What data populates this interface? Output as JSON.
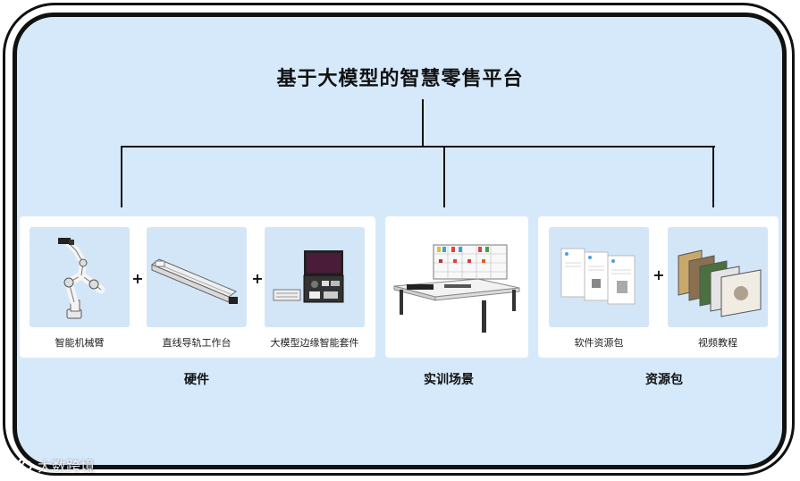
{
  "title": "基于大模型的智慧零售平台",
  "hardware": {
    "items": [
      {
        "label": "智能机械臂",
        "icon": "robot-arm-icon"
      },
      {
        "label": "直线导轨工作台",
        "icon": "linear-rail-icon"
      },
      {
        "label": "大模型边缘智能套件",
        "icon": "edge-ai-kit-icon"
      }
    ],
    "plus": "+",
    "group_label": "硬件"
  },
  "scene": {
    "group_label": "实训场景",
    "icon": "training-table-icon"
  },
  "resources": {
    "items": [
      {
        "label": "软件资源包",
        "icon": "documents-icon"
      },
      {
        "label": "视频教程",
        "icon": "video-stack-icon"
      }
    ],
    "plus": "+",
    "group_label": "资源包"
  },
  "watermark": {
    "text": "大数跨境",
    "icon": "brand-logo-icon"
  },
  "colors": {
    "background": "#d6e9fb",
    "card": "#d3e6f8",
    "border": "#111111"
  }
}
